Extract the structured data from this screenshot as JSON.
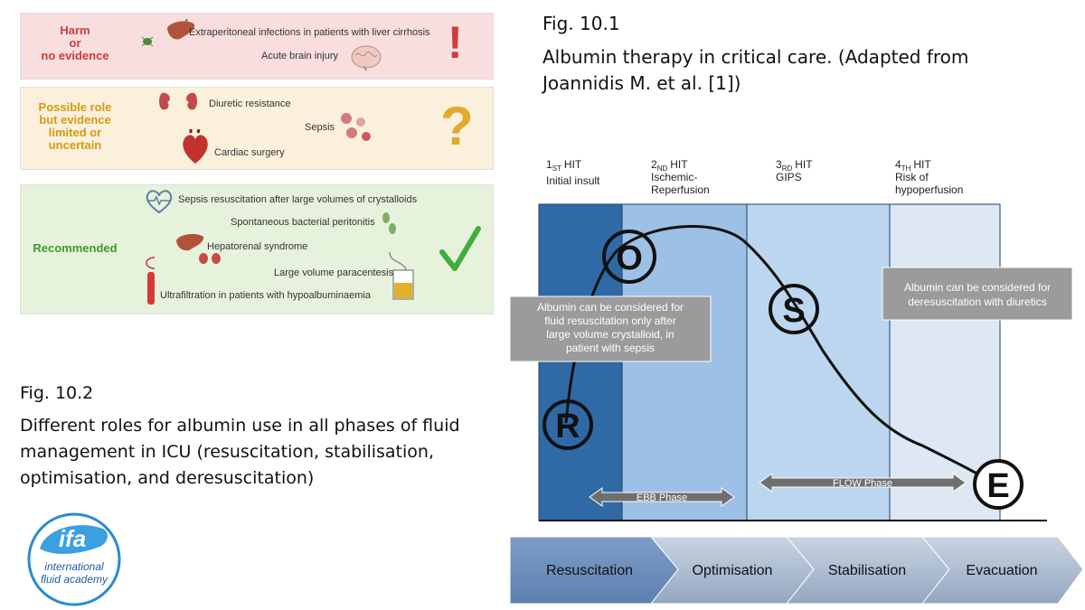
{
  "left_graphic": {
    "harm": {
      "title": [
        "Harm",
        "or",
        "no evidence"
      ],
      "items": [
        "Extraperitoneal infections in patients with liver cirrhosis",
        "Acute brain injury"
      ],
      "mark": "!",
      "color": "#cf3a3a"
    },
    "possible": {
      "title": [
        "Possible role",
        "but evidence",
        "limited or",
        "uncertain"
      ],
      "items": [
        "Diuretic resistance",
        "Sepsis",
        "Cardiac surgery"
      ],
      "mark": "?",
      "color": "#e2a92a"
    },
    "recommended": {
      "title": [
        "Recommended"
      ],
      "items": [
        "Sepsis resuscitation after large volumes of crystalloids",
        "Spontaneous bacterial peritonitis",
        "Hepatorenal syndrome",
        "Large volume paracentesis",
        "Ultrafiltration in patients with hypoalbuminaemia"
      ],
      "mark": "✓",
      "color": "#3e9a2b"
    },
    "icons": [
      "liver-icon",
      "bacteria-icon",
      "brain-icon",
      "kidney-icon",
      "heart-icon",
      "blood-cells-icon",
      "heart-monitor-icon",
      "germ-icon",
      "paracentesis-bottle-icon",
      "filter-icon"
    ]
  },
  "fig2": {
    "label": "Fig. 10.2",
    "description": "Different roles for albumin use in all phases of fluid management in ICU (resuscitation, stabilisation, optimisation, and deresuscitation)"
  },
  "fig1": {
    "label": "Fig. 10.1",
    "description": "Albumin therapy in critical care. (Adapted from Joannidis M. et al. [1])"
  },
  "logo": {
    "mark": "ifa",
    "line1": "international",
    "line2": "fluid academy"
  },
  "chart": {
    "hits": [
      {
        "num": "1",
        "sub": "ST",
        "word": "HIT",
        "lines": [
          "Initial insult"
        ]
      },
      {
        "num": "2",
        "sub": "ND",
        "word": "HIT",
        "lines": [
          "Ischemic-",
          "Reperfusion"
        ]
      },
      {
        "num": "3",
        "sub": "RD",
        "word": "HIT",
        "lines": [
          "GIPS"
        ]
      },
      {
        "num": "4",
        "sub": "TH",
        "word": "HIT",
        "lines": [
          "Risk of",
          "hypoperfusion"
        ]
      }
    ],
    "letters": [
      "R",
      "O",
      "S",
      "E"
    ],
    "box_left": [
      "Albumin can be considered for",
      "fluid resuscitation only after",
      "large volume crystalloid, in",
      "patient with sepsis"
    ],
    "box_right": [
      "Albumin can be considered for",
      "deresuscitation with diuretics"
    ],
    "ebb": "EBB Phase",
    "flow": "FLOW Phase",
    "stages": [
      "Resuscitation",
      "Optimisation",
      "Stabilisation",
      "Evacuation"
    ],
    "colors": {
      "col1": "#2f6aa6",
      "col2": "#9dc0e6",
      "col3": "#bcd6ef",
      "col4": "#dde8f4",
      "grey_box": "#9b9b9b",
      "arrow": "#6f6f6f"
    }
  }
}
